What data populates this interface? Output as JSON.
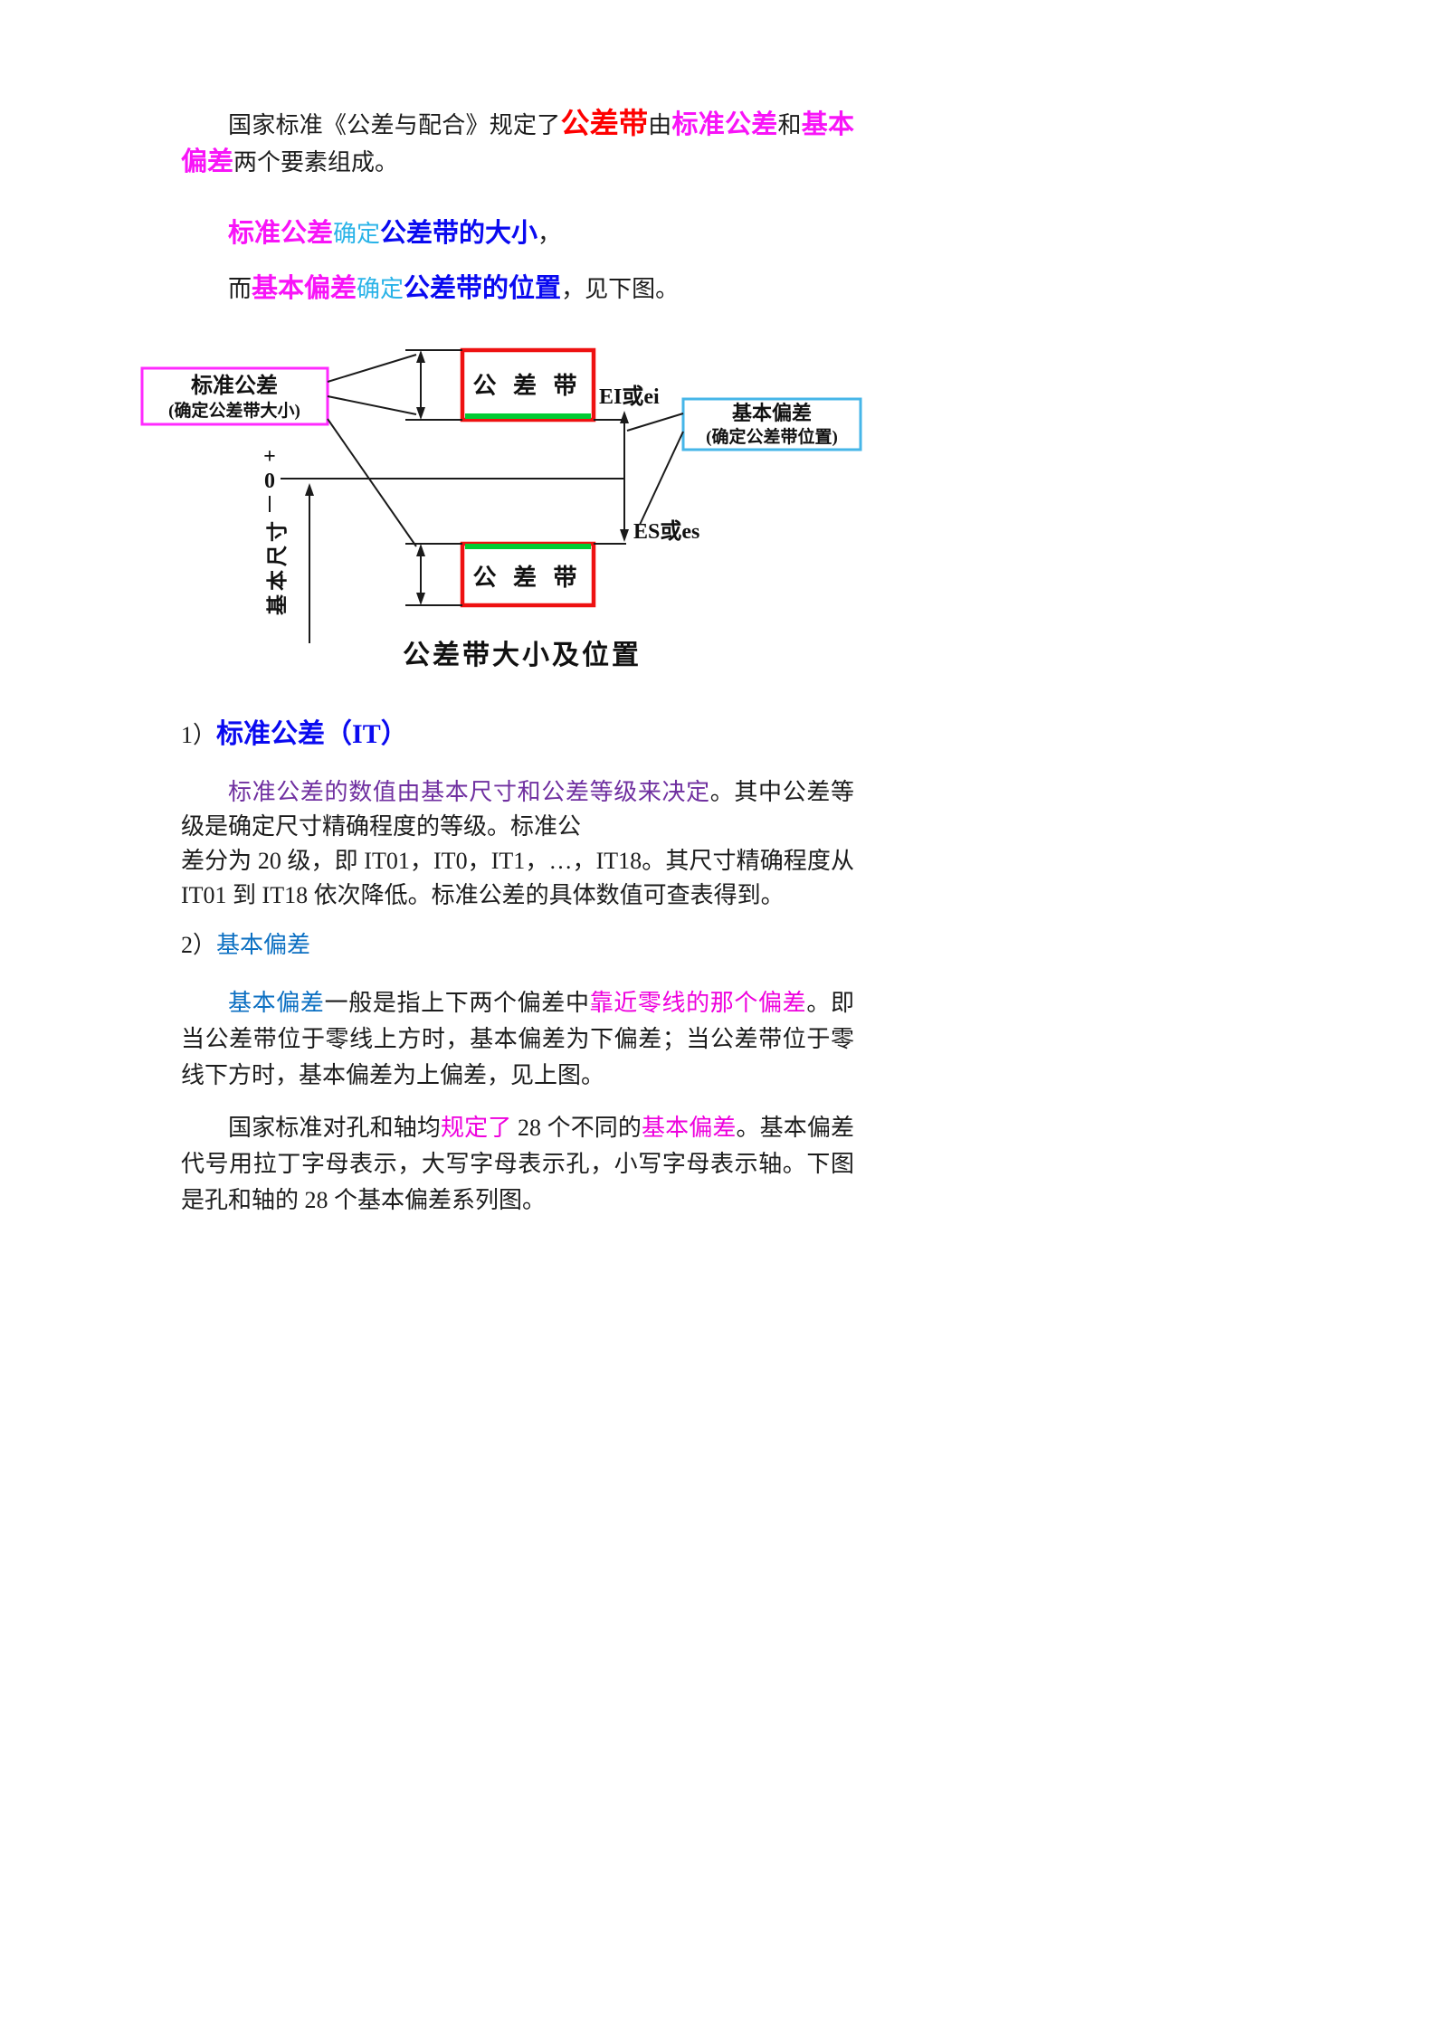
{
  "doc": {
    "p1": {
      "s1": "国家标准《公差与配合》规定了",
      "s2": "公差带",
      "s3": "由",
      "s4": "标准公差",
      "s5": "和",
      "s6": "基本偏差",
      "s7": "两个要素组成。"
    },
    "p2": {
      "s1": "标准公差",
      "s2": "确定",
      "s3": "公差带的大小",
      "s4": "，"
    },
    "p3": {
      "s1": "而",
      "s2": "基本偏差",
      "s3": "确定",
      "s4": "公差带的位置",
      "s5": "，见下图。"
    },
    "figure": {
      "std_box_l1": "标准公差",
      "std_box_l2": "(确定公差带大小)",
      "band_top": "公 差 带",
      "band_bottom": "公 差 带",
      "ei": "EI或ei",
      "es": "ES或es",
      "dev_box_l1": "基本偏差",
      "dev_box_l2": "(确定公差带位置)",
      "plus": "+",
      "zero": "0",
      "basic_size": "基本尺寸",
      "caption": "公差带大小及位置"
    },
    "h1": {
      "num": "1）",
      "title": "标准公差（IT）"
    },
    "p4": {
      "s1": "标准公差的数值由基本尺寸和公差等级来决定",
      "s2": "。其中公差等级是确定尺寸精确程度的等级。标准公",
      "s3": "差分为 20 级，即 IT01，IT0，IT1，…，IT18。其尺寸精确程度从 IT01 到 IT18 依次降低。标准公差的具体数值可查表得到。"
    },
    "h2": {
      "num": "2）",
      "title": "基本偏差"
    },
    "p5": {
      "s1": "基本偏差",
      "s2": "一般是指上下两个偏差中",
      "s3": "靠近零线的那个偏差",
      "s4": "。即当公差带位于零线上方时，基本偏差为下偏差；当公差带位于零线下方时，基本偏差为上偏差，见上图。"
    },
    "p6": {
      "s1": "国家标准对孔和轴均",
      "s2": "规定了",
      "s3": " 28 个不同的",
      "s4": "基本偏差",
      "s5": "。基本偏差代号用拉丁字母表示，大写字母表示孔，小写字母表示轴。下图是孔和轴的 28 个基本偏差系列图。"
    }
  }
}
